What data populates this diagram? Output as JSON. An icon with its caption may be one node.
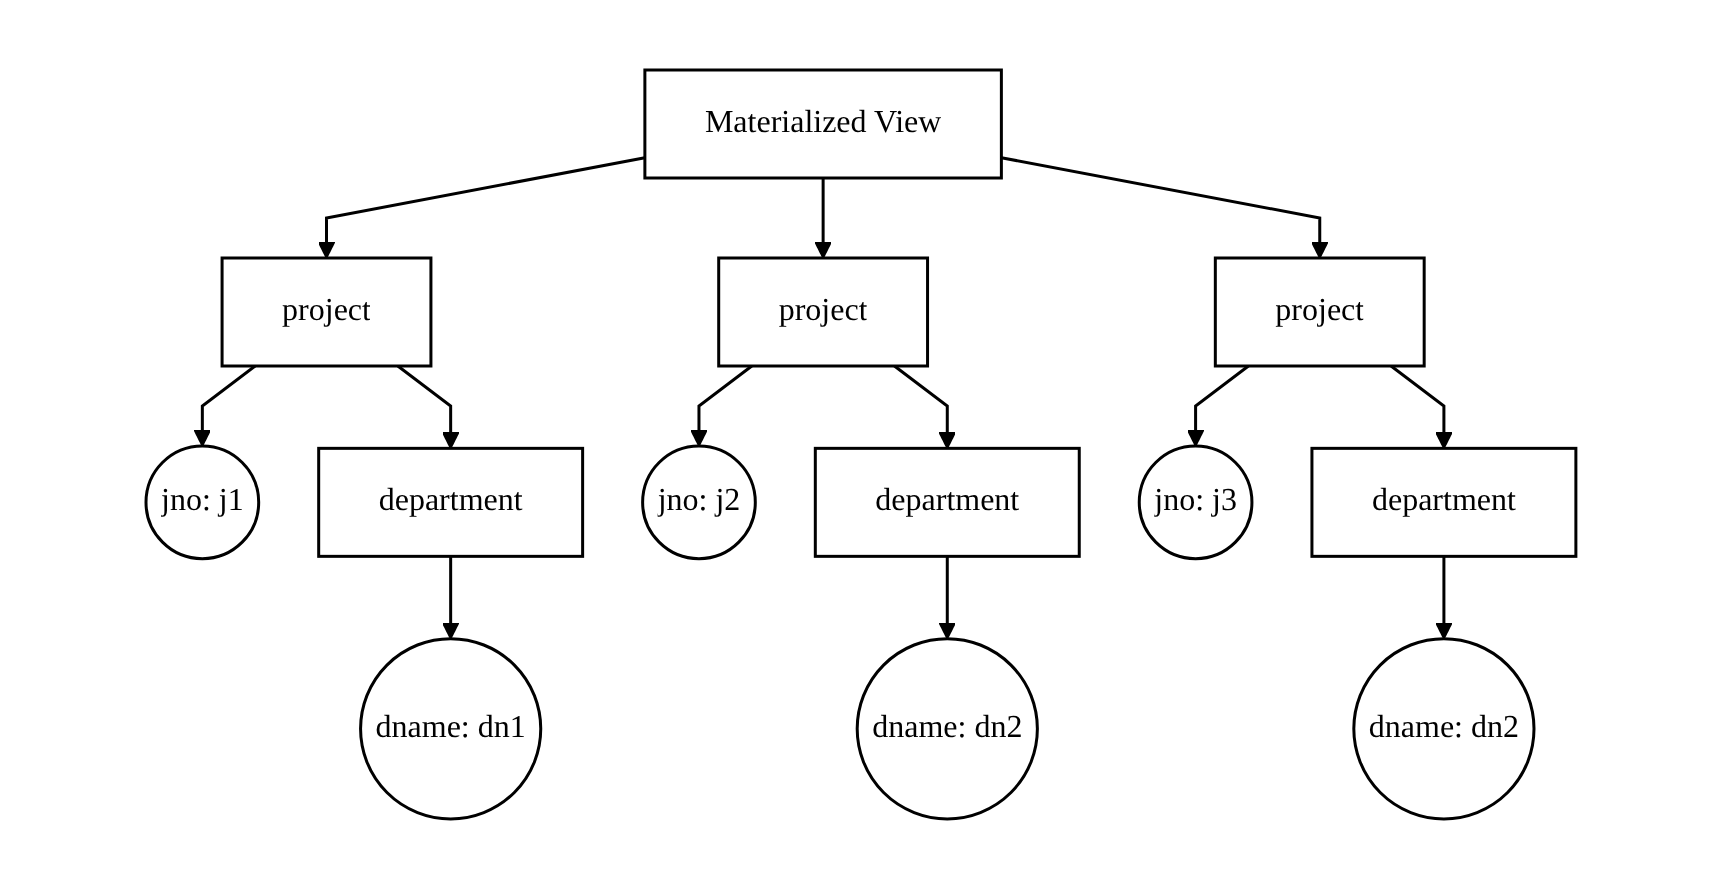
{
  "diagram": {
    "nodes": [
      {
        "text": [
          "Materialized View"
        ]
      },
      {
        "text": [
          "project"
        ]
      },
      {
        "text": [
          "jno: j1"
        ]
      },
      {
        "text": [
          "department"
        ]
      },
      {
        "text": [
          "dname: dn1"
        ]
      },
      {
        "text": [
          "project"
        ]
      },
      {
        "text": [
          "jno: j2"
        ]
      },
      {
        "text": [
          "department"
        ]
      },
      {
        "text": [
          "dname: dn2"
        ]
      },
      {
        "text": [
          "project"
        ]
      },
      {
        "text": [
          "jno: j3"
        ]
      },
      {
        "text": [
          "department"
        ]
      },
      {
        "text": [
          "dname: dn2"
        ]
      }
    ],
    "edges": [
      {
        "from": 0,
        "to": 1,
        "arrow": "to"
      },
      {
        "from": 0,
        "to": 5,
        "arrow": "to"
      },
      {
        "from": 0,
        "to": 9,
        "arrow": "to"
      },
      {
        "from": 1,
        "to": 2,
        "arrow": "to"
      },
      {
        "from": 1,
        "to": 3,
        "arrow": "to"
      },
      {
        "from": 3,
        "to": 4,
        "arrow": "to"
      },
      {
        "from": 5,
        "to": 6,
        "arrow": "to"
      },
      {
        "from": 5,
        "to": 7,
        "arrow": "to"
      },
      {
        "from": 7,
        "to": 8,
        "arrow": "to"
      },
      {
        "from": 9,
        "to": 10,
        "arrow": "to"
      },
      {
        "from": 9,
        "to": 11,
        "arrow": "to"
      },
      {
        "from": 11,
        "to": 12,
        "arrow": "to"
      }
    ]
  }
}
